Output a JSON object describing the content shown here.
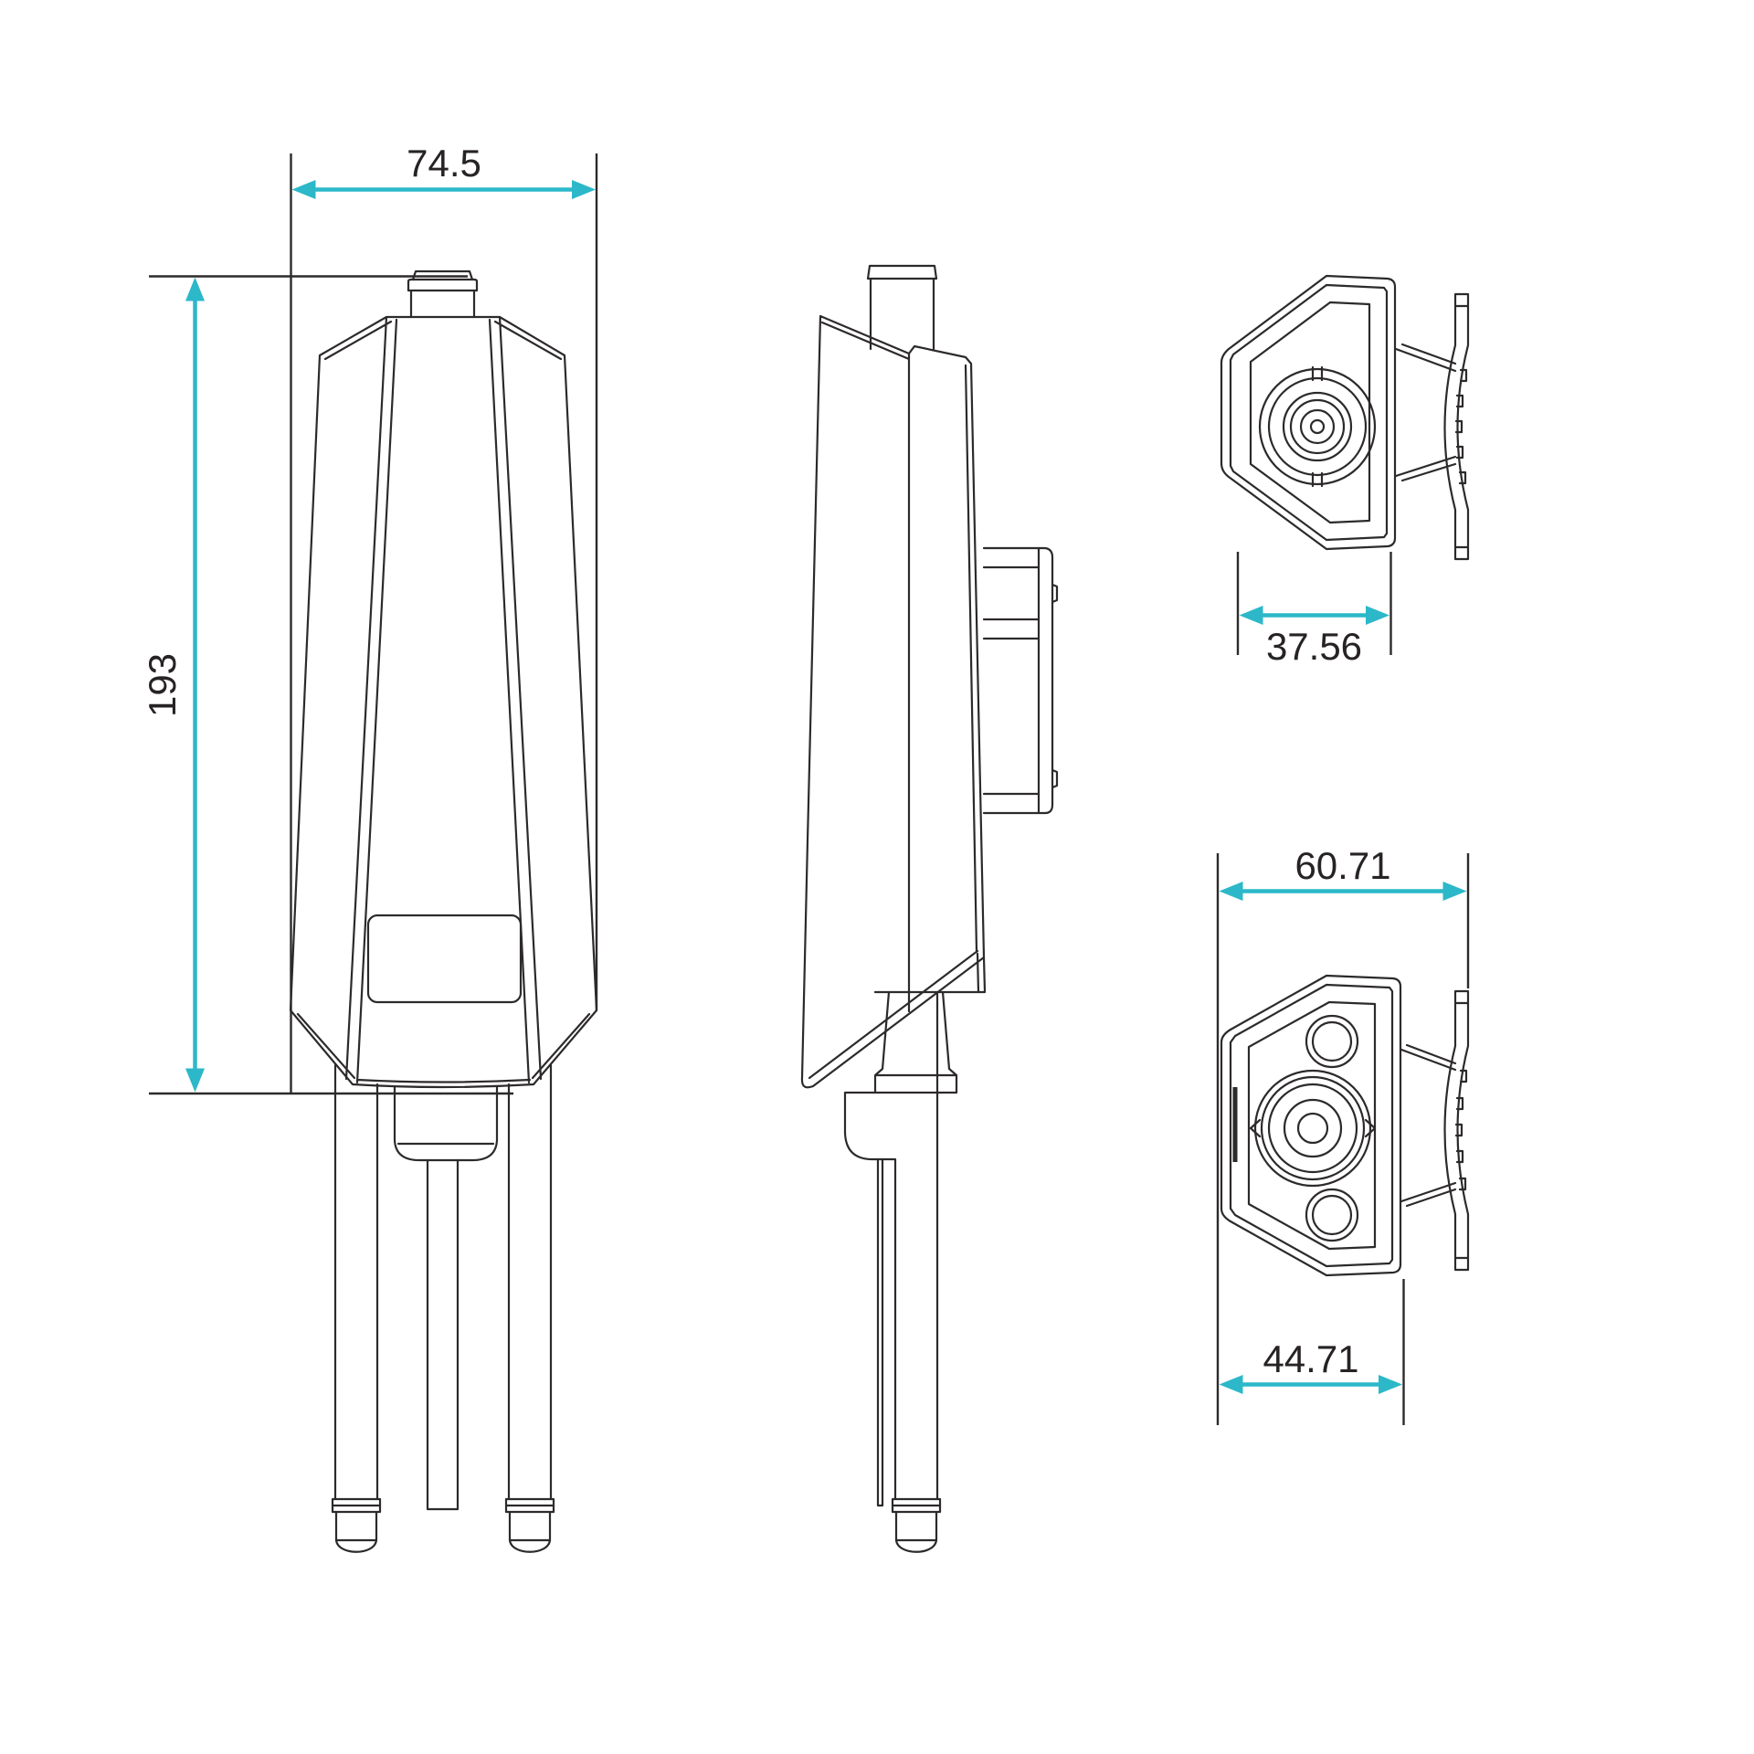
{
  "colors": {
    "background": "#ffffff",
    "line": "#2d2a2b",
    "accent": "#2cb8c9",
    "text": "#272324"
  },
  "dimensions": {
    "front_width": "74.5",
    "front_height": "193",
    "top_width": "37.56",
    "bottom_overall_width": "60.71",
    "bottom_body_width": "44.71"
  }
}
